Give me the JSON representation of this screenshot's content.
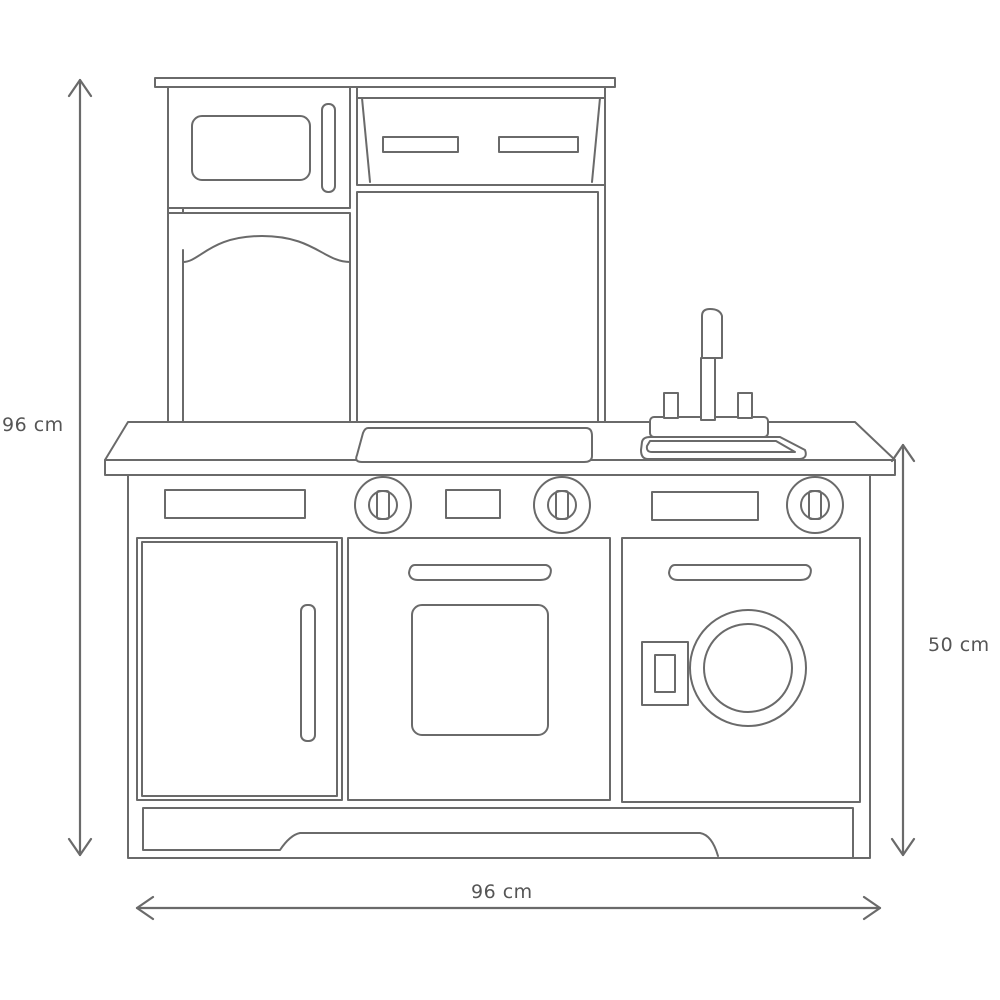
{
  "dimensions": {
    "total_height": "96 cm",
    "counter_height": "50 cm",
    "width": "96 cm"
  },
  "colors": {
    "line": "#6a6a6a",
    "text": "#555555",
    "background": "#ffffff"
  }
}
